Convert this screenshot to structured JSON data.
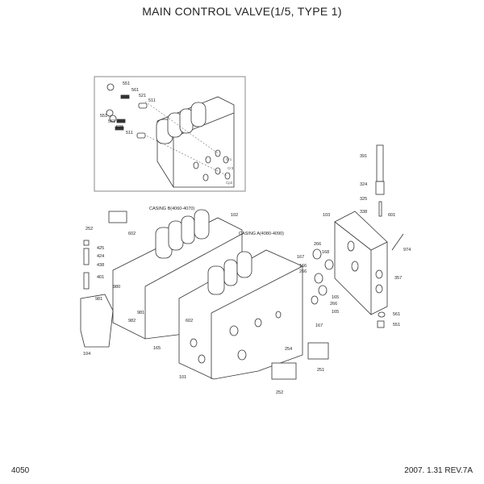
{
  "title": "MAIN CONTROL VALVE(1/5, TYPE 1)",
  "inset": {
    "labels": [
      "551",
      "561",
      "521",
      "511",
      "551",
      "561",
      "521",
      "511"
    ],
    "port_labels": [
      "Cr1",
      "Cr3",
      "Cp2"
    ]
  },
  "casing_b_label": "CASING B(4060-4070)",
  "casing_a_label": "CASING A(4080-4090)",
  "parts": {
    "p102": "102",
    "p252a": "252",
    "p602a": "602",
    "p425": "425",
    "p424": "424",
    "p438": "438",
    "p401": "401",
    "p980": "980",
    "p981a": "981",
    "p981b": "981",
    "p982": "982",
    "p104": "104",
    "p165a": "165",
    "p602b": "602",
    "p101": "101",
    "p103": "103",
    "p338": "338",
    "p601": "601",
    "p391": "391",
    "p324": "324",
    "p325": "325",
    "p974": "974",
    "p357": "357",
    "p266a": "266",
    "p168": "168",
    "p167a": "167",
    "p166": "166",
    "p266b": "266",
    "p165b": "165",
    "p266c": "266",
    "p165c": "165",
    "p167b": "167",
    "p561": "561",
    "p551": "551",
    "p254": "254",
    "p251": "251",
    "p252b": "252"
  },
  "footer": {
    "page": "4050",
    "revision": "2007. 1.31 REV.7A"
  }
}
